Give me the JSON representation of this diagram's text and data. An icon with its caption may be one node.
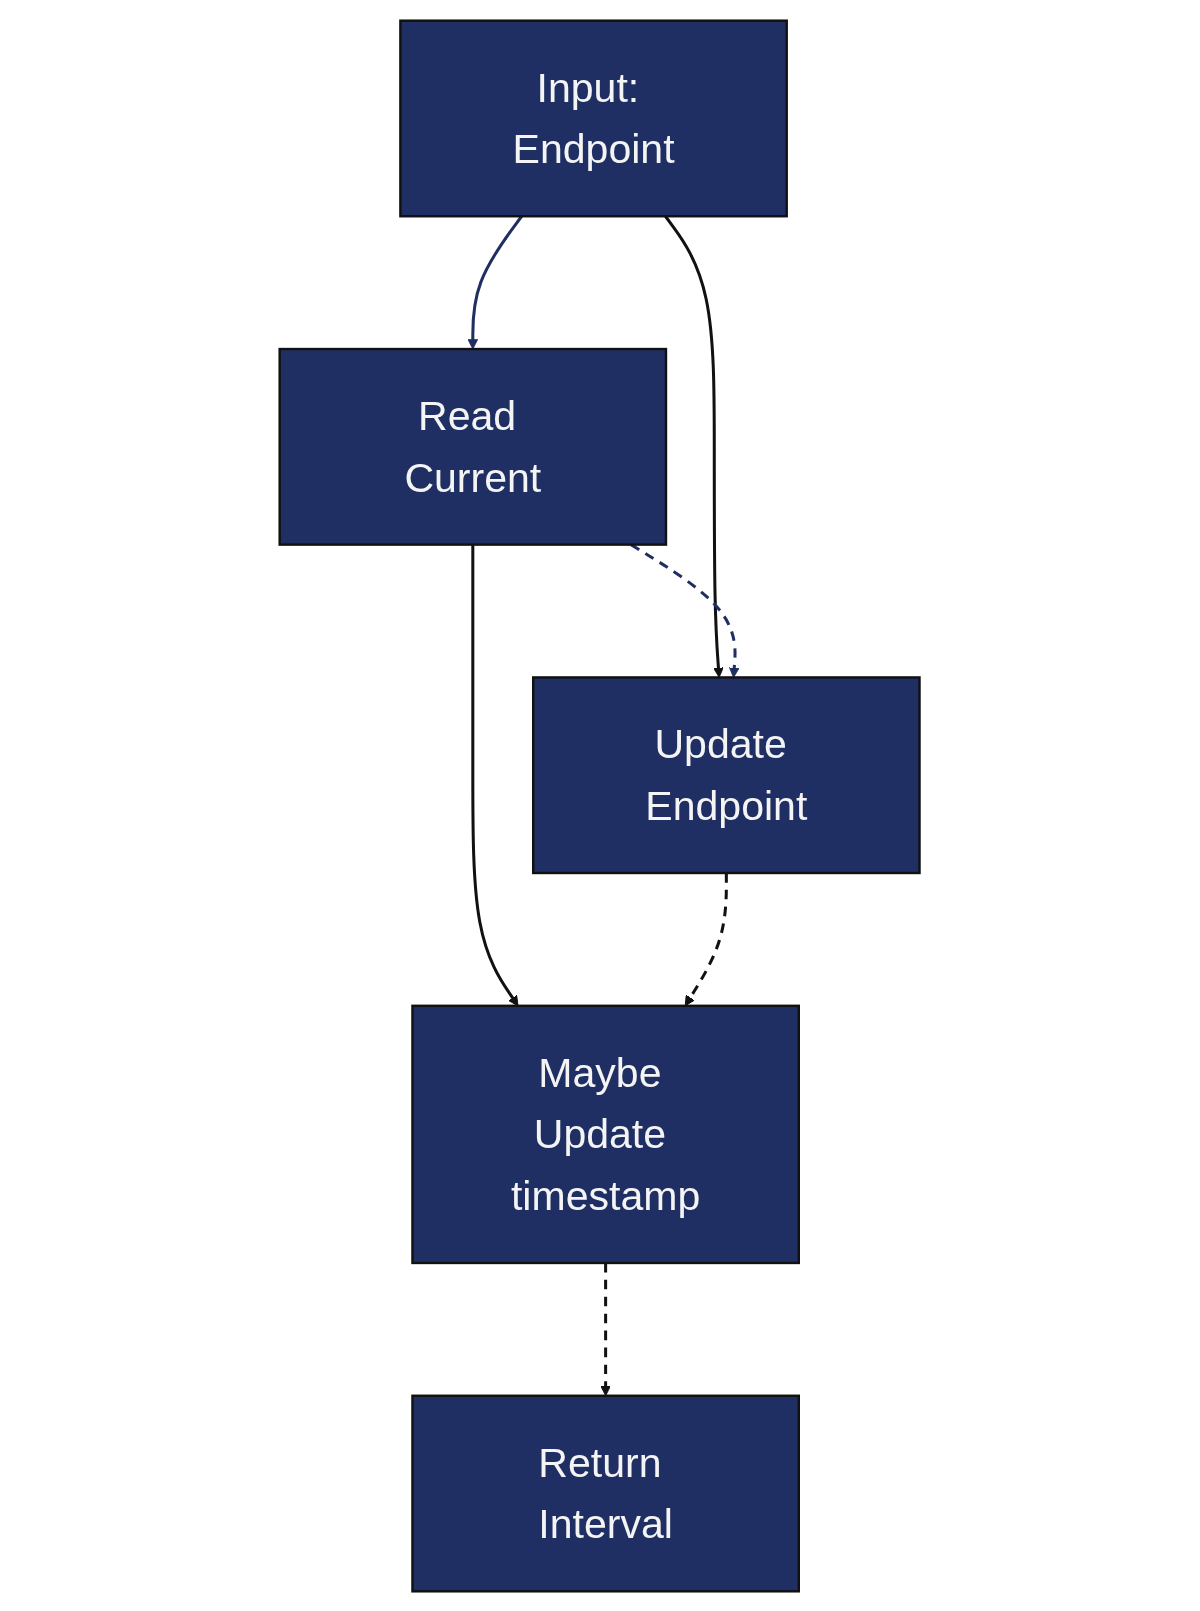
{
  "diagram": {
    "nodes": [
      {
        "text": [
          "Input: Endpoint"
        ]
      },
      {
        "text": [
          "Read Current"
        ]
      },
      {
        "text": [
          "Update Endpoint"
        ]
      },
      {
        "text": [
          "Maybe Update timestamp"
        ]
      },
      {
        "text": [
          "Return Interval"
        ]
      }
    ],
    "edges": [
      {
        "from": 0,
        "to": 1,
        "arrow": "to",
        "color": "#1f2f63"
      },
      {
        "from": 0,
        "to": 2,
        "arrow": "to"
      },
      {
        "from": 1,
        "to": 2,
        "arrow": "to",
        "style": "dashed",
        "color": "#1f2f63"
      },
      {
        "from": 1,
        "to": 3,
        "arrow": "to"
      },
      {
        "from": 2,
        "to": 3,
        "arrow": "to",
        "style": "dashed"
      },
      {
        "from": 3,
        "to": 4,
        "arrow": "to",
        "style": "dashed"
      }
    ]
  }
}
